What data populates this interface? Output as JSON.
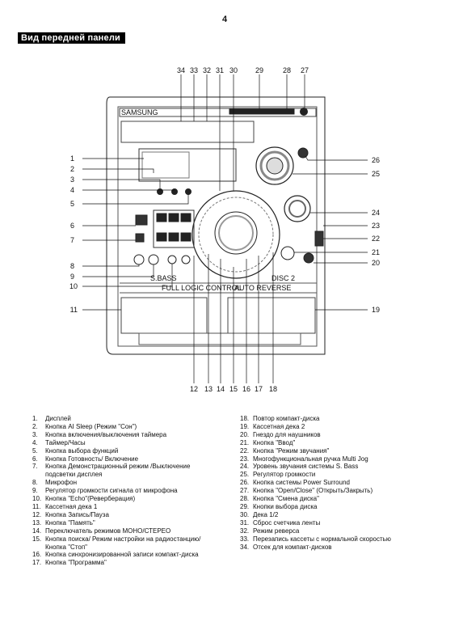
{
  "page_number": "4",
  "section_title": "Вид передней панели",
  "device": {
    "brand_plate": "SAMSUNG",
    "panel_labels": {
      "bass": "S.BASS",
      "cd": "DISC 2",
      "lane_left": "FULL LOGIC CONTROL",
      "lane_right": "AUTO REVERSE"
    }
  },
  "callouts": [
    "1",
    "2",
    "3",
    "4",
    "5",
    "6",
    "7",
    "8",
    "9",
    "10",
    "11",
    "12",
    "13",
    "14",
    "15",
    "16",
    "17",
    "18",
    "19",
    "20",
    "21",
    "22",
    "23",
    "24",
    "25",
    "26",
    "27",
    "28",
    "29",
    "30",
    "31",
    "32",
    "33",
    "34"
  ],
  "legend_left": [
    {
      "num": "1.",
      "text": "Дисплей"
    },
    {
      "num": "2.",
      "text": "Кнопка AI Sleep (Режим \"Сон\")"
    },
    {
      "num": "3.",
      "text": "Кнопка включения/выключения таймера"
    },
    {
      "num": "4.",
      "text": "Таймер/Часы"
    },
    {
      "num": "5.",
      "text": "Кнопка выбора функций"
    },
    {
      "num": "6.",
      "text": "Кнопка Готовность/ Включение"
    },
    {
      "num": "7.",
      "text": "Кнопка Демонстрационный режим /Выключение"
    },
    {
      "num": "",
      "text": "подсветки дисплея"
    },
    {
      "num": "8.",
      "text": "Микрофон"
    },
    {
      "num": "9.",
      "text": "Регулятор громкости сигнала от микрофона"
    },
    {
      "num": "10.",
      "text": "Кнопка \"Echo\"(Реверберация)"
    },
    {
      "num": "11.",
      "text": "Кассетная дека 1"
    },
    {
      "num": "12.",
      "text": "Кнопка Запись/Пауза"
    },
    {
      "num": "13.",
      "text": "Кнопка \"Память\""
    },
    {
      "num": "14.",
      "text": "Переключатель режимов МОНО/СТЕРЕО"
    },
    {
      "num": "15.",
      "text": "Кнопка поиска/ Режим настройки на радиостанцию/"
    },
    {
      "num": "",
      "text": "Кнопка \"Стоп\""
    },
    {
      "num": "16.",
      "text": "Кнопка синхронизированной записи компакт-диска"
    },
    {
      "num": "17.",
      "text": "Кнопка \"Программа\""
    }
  ],
  "legend_right": [
    {
      "num": "18.",
      "text": "Повтор компакт-диска"
    },
    {
      "num": "19.",
      "text": "Кассетная дека 2"
    },
    {
      "num": "20.",
      "text": "Гнездо для наушников"
    },
    {
      "num": "21.",
      "text": "Кнопка \"Ввод\""
    },
    {
      "num": "22.",
      "text": "Кнопка \"Режим звучания\""
    },
    {
      "num": "23.",
      "text": "Многофункциональная ручка Multi Jog"
    },
    {
      "num": "24.",
      "text": "Уровень звучания системы S. Bass"
    },
    {
      "num": "25.",
      "text": "Регулятор громкости"
    },
    {
      "num": "26.",
      "text": "Кнопка системы Power Surround"
    },
    {
      "num": "27.",
      "text": "Кнопка \"Open/Close\" (Открыть/Закрыть)"
    },
    {
      "num": "28.",
      "text": "Кнопка \"Смена диска\""
    },
    {
      "num": "29.",
      "text": "Кнопки выбора диска"
    },
    {
      "num": "30.",
      "text": "Дека 1/2"
    },
    {
      "num": "31.",
      "text": "Сброс счетчика ленты"
    },
    {
      "num": "32.",
      "text": "Режим реверса"
    },
    {
      "num": "33.",
      "text": "Перезапись кассеты с нормальной скоростью"
    },
    {
      "num": "34.",
      "text": "Отсек для компакт-дисков"
    }
  ]
}
